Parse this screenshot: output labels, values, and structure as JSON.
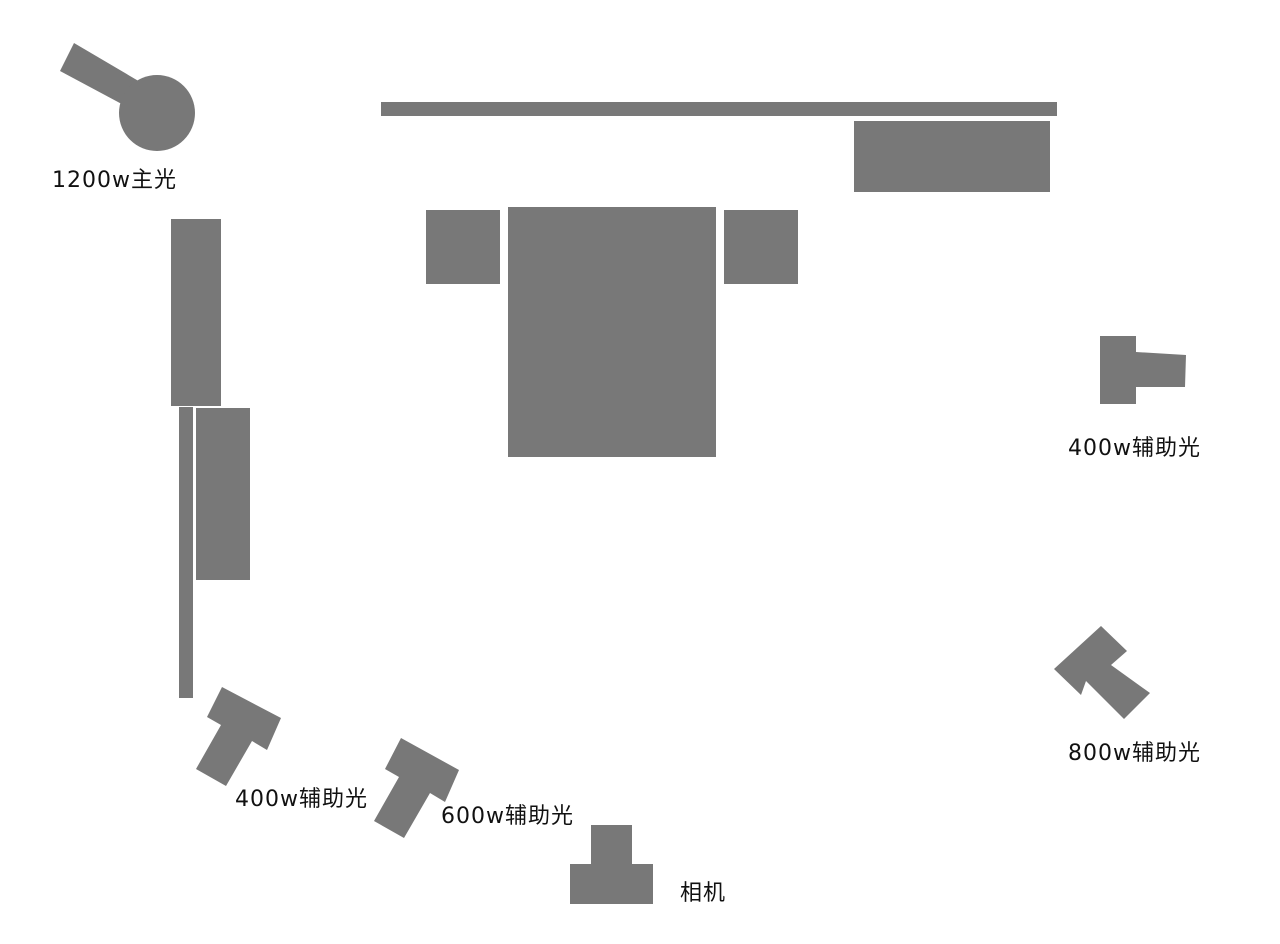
{
  "colors": {
    "shape_fill": "#787878",
    "label_color": "#111111",
    "background": "#ffffff"
  },
  "labels": {
    "key_light": "1200w主光",
    "fill_light_right": "400w辅助光",
    "fill_light_left": "400w辅助光",
    "fill_light_mid": "600w辅助光",
    "fill_light_bottom_right": "800w辅助光",
    "camera": "相机"
  }
}
